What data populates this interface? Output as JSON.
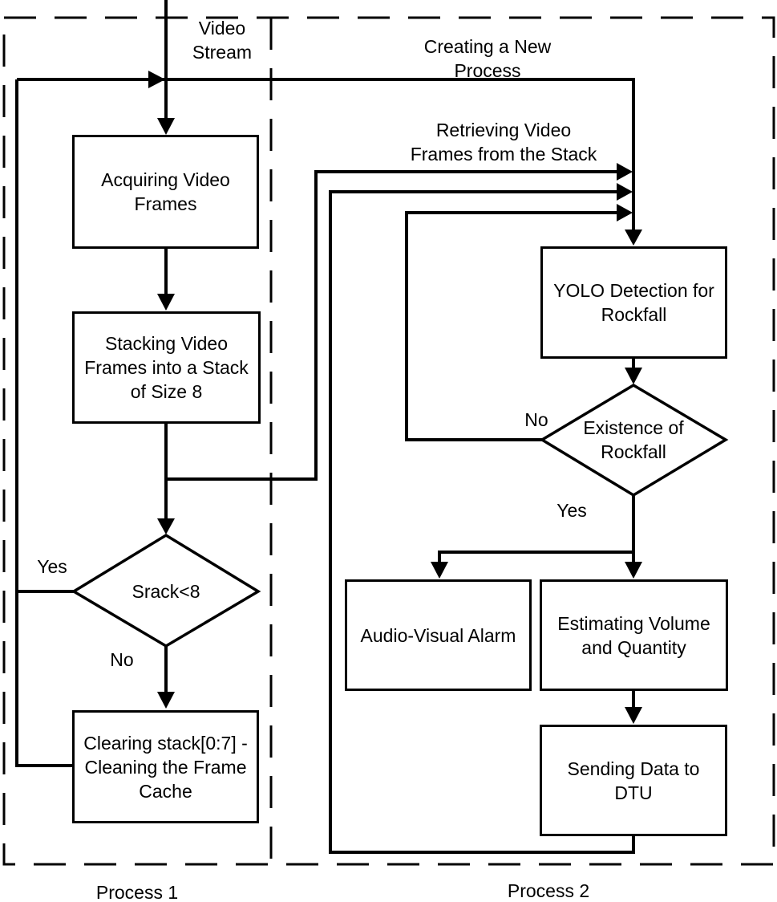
{
  "colors": {
    "background": "#ffffff",
    "line": "#000000",
    "text": "#000000"
  },
  "process1": {
    "label": "Process 1",
    "stream_label": "Video\nStream",
    "boxes": {
      "acquiring": "Acquiring Video\nFrames",
      "stacking": "Stacking Video\nFrames into a Stack\nof Size 8",
      "clearing": "Clearing stack[0:7] -\nCleaning the Frame\nCache"
    },
    "decision": "Srack<8",
    "yes": "Yes",
    "no": "No"
  },
  "process2": {
    "label": "Process 2",
    "creating_label": "Creating a New\nProcess",
    "retrieving_label": "Retrieving Video\nFrames from the Stack",
    "boxes": {
      "yolo": "YOLO Detection for\nRockfall",
      "alarm": "Audio-Visual Alarm",
      "estimating": "Estimating Volume\nand Quantity",
      "sending": "Sending Data to\nDTU"
    },
    "decision": "Existence of\nRockfall",
    "yes": "Yes",
    "no": "No"
  }
}
